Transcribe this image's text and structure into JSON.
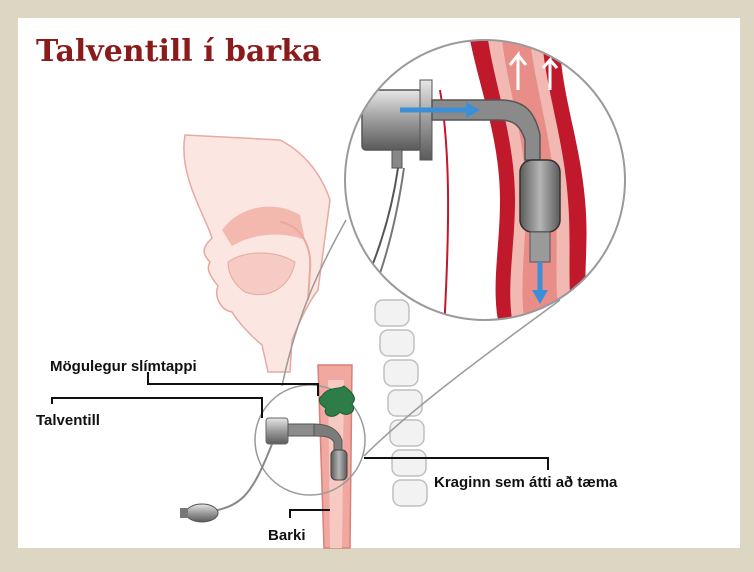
{
  "title": "Talventill í barka",
  "labels": {
    "mucus_plug": "Mögulegur slímtappi",
    "speaking_valve": "Talventill",
    "cuff": "Kraginn sem átti að tæma",
    "trachea": "Barki"
  },
  "colors": {
    "title": "#8b1a1a",
    "frame": "#ddd6c3",
    "skin": "#f4c8c0",
    "tissue": "#c0192b",
    "mucus": "#2e7d46",
    "airflow": "#3a8fd6",
    "device": "#9a9a9a"
  }
}
